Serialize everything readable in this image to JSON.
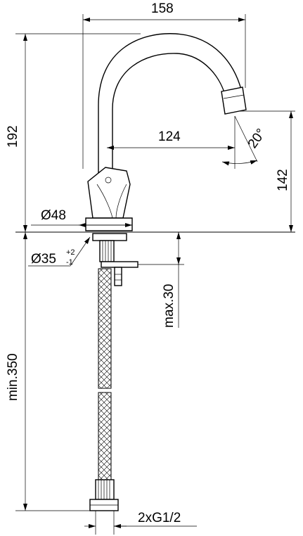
{
  "dimensions": {
    "width_top": "158",
    "height_total": "192",
    "reach": "124",
    "angle": "20°",
    "spout_height": "142",
    "base_diameter": "Ø48",
    "hole_diameter": "Ø35",
    "hole_tol_plus": "+2",
    "hole_tol_minus": "-1",
    "max_thickness": "max.30",
    "hose_length": "min.350",
    "connection": "2xG1/2"
  }
}
